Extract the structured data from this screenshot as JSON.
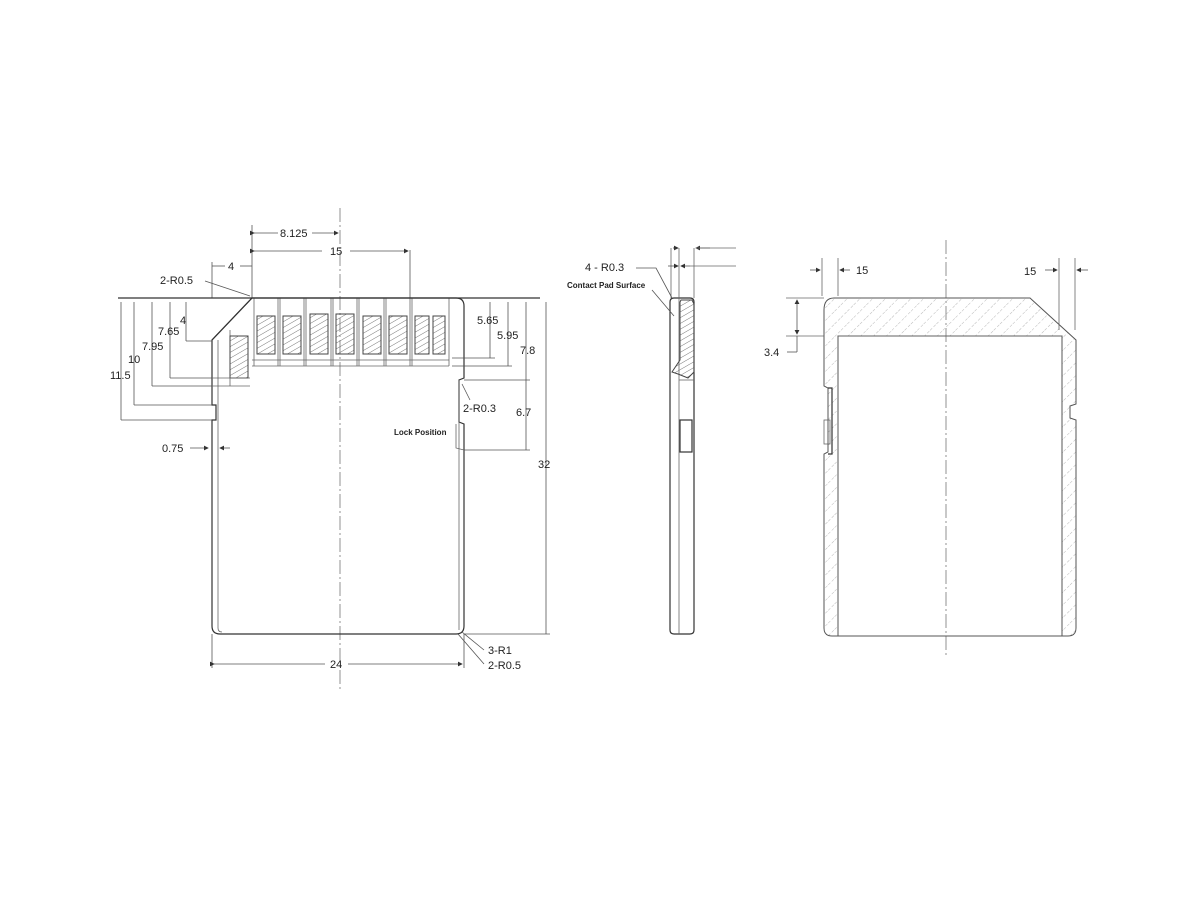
{
  "drawing": {
    "title": "SD card mechanical dimension drawing",
    "views": [
      "front-view",
      "side-view",
      "rear-section-view"
    ]
  },
  "front_view": {
    "dims": {
      "top_8125": "8.125",
      "top_15": "15",
      "top_4": "4",
      "chamfer_radius": "2-R0.5",
      "left_4": "4",
      "left_765": "7.65",
      "left_795": "7.95",
      "left_10": "10",
      "left_115": "11.5",
      "left_075": "0.75",
      "right_565": "5.65",
      "right_595": "5.95",
      "right_78": "7.8",
      "right_r03": "2-R0.3",
      "right_67": "6.7",
      "right_32": "32",
      "bottom_24": "24",
      "bottom_r1": "3-R1",
      "bottom_r05": "2-R0.5"
    },
    "labels": {
      "lock_position": "Lock Position"
    },
    "contact_pads": 9
  },
  "side_view": {
    "dims": {
      "radius": "4 - R0.3"
    },
    "labels": {
      "contact_pad_surface": "Contact Pad Surface"
    }
  },
  "section_view": {
    "dims": {
      "left_15": "15",
      "right_15": "15",
      "top_34": "3.4"
    }
  }
}
